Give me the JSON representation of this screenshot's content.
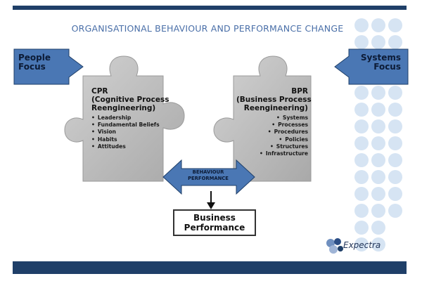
{
  "title": "ORGANISATIONAL BEHAVIOUR AND PERFORMANCE CHANGE",
  "people_focus": [
    "People",
    "Focus"
  ],
  "systems_focus": [
    "Systems",
    "Focus"
  ],
  "cpr": {
    "abbr": "CPR",
    "full_line1": "(Cognitive Process",
    "full_line2": "Reengineering)",
    "items": [
      "Leadership",
      "Fundamental Beliefs",
      "Vision",
      "Habits",
      "Attitudes"
    ]
  },
  "bpr": {
    "abbr": "BPR",
    "full_line1": "(Business Process",
    "full_line2": "Reengineering)",
    "items": [
      "Systems",
      "Processes",
      "Procedures",
      "Policies",
      "Structures",
      "Infrastructure"
    ]
  },
  "behaviour_arrow": [
    "BEHAVIOUR",
    "PERFORMANCE"
  ],
  "business_performance": [
    "Business",
    "Performance"
  ],
  "logo": {
    "text": "Expectra",
    "icon": "expectra-logo-icon"
  },
  "colors": {
    "brand_bar": "#1f3f68",
    "arrow_fill": "#4a77b4",
    "title": "#4a6fa8",
    "puzzle": "#b8b8b8"
  }
}
